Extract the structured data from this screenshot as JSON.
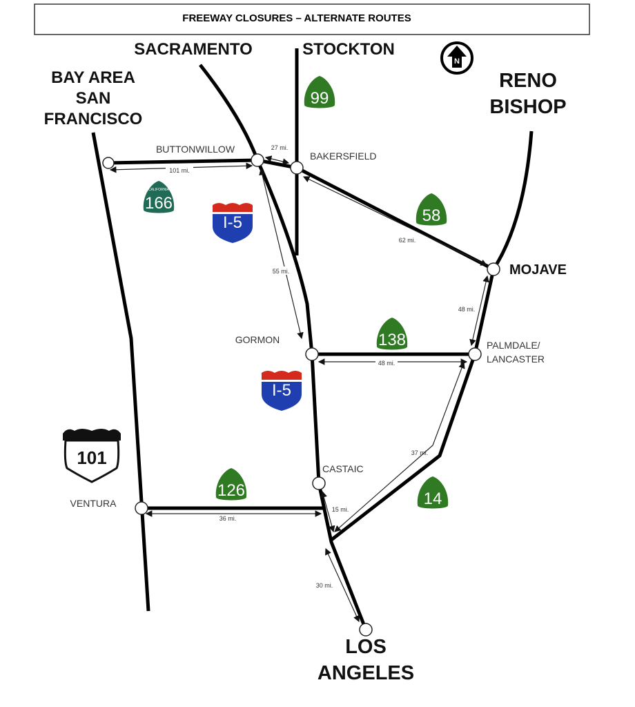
{
  "title": "FREEWAY CLOSURES – ALTERNATE ROUTES",
  "regions": {
    "sacramento": "SACRAMENTO",
    "stockton": "STOCKTON",
    "bay1": "BAY AREA",
    "bay2": "SAN",
    "bay3": "FRANCISCO",
    "reno": "RENO",
    "bishop": "BISHOP",
    "la1": "LOS",
    "la2": "ANGELES"
  },
  "north": "N",
  "cities": {
    "buttonwillow": "BUTTONWILLOW",
    "bakersfield": "BAKERSFIELD",
    "mojave": "MOJAVE",
    "gormon": "GORMON",
    "palmdale": "PALMDALE/",
    "lancaster": "LANCASTER",
    "castaic": "CASTAIC",
    "ventura": "VENTURA"
  },
  "distances": {
    "d27": "27 mi.",
    "d101": "101 mi.",
    "d55": "55 mi.",
    "d62": "62 mi.",
    "d48a": "48 mi.",
    "d48b": "48 mi.",
    "d37": "37 mi.",
    "d15": "15 mi.",
    "d36": "36 mi.",
    "d30": "30 mi."
  },
  "shields": {
    "sr99": "99",
    "sr166": "166",
    "sr166_top": "CALIFORNIA",
    "i5a": "I-5",
    "i5b": "I-5",
    "sr58": "58",
    "sr138": "138",
    "us101": "101",
    "sr126": "126",
    "sr14": "14"
  },
  "colors": {
    "state_green": "#2f7a23",
    "ca166_green": "#1f6b55",
    "interstate_blue": "#1f3fb0",
    "interstate_red": "#d42a1e"
  }
}
